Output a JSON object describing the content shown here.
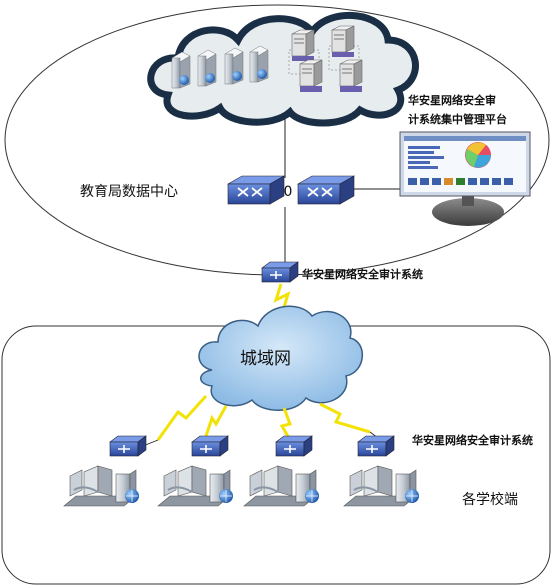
{
  "labels": {
    "data_center": "教育局数据中心",
    "platform_line1": "华安星网络安全审",
    "platform_line2": "计系统集中管理平台",
    "audit_upper": "华安星网络安全审计系统",
    "metro_network": "城域网",
    "audit_lower": "华安星网络安全审计系统",
    "campuses": "各学校端"
  },
  "colors": {
    "cloud_upper_fill": "#e7ecef",
    "cloud_upper_stroke": "#1a2f45",
    "cloud_lower_fill": "#9fc7ea",
    "cloud_lower_stroke": "#3a5e84",
    "switch_fill": "#3c5fb3",
    "lightning": "#f2e205",
    "server_gray": "#b9c0c8",
    "globe_blue": "#1f66c1"
  },
  "icons": {
    "cloud_servers": "server-rack-icon",
    "database_servers": "db-server-icon",
    "core_switch": "core-switch-icon",
    "audit_switch": "audit-switch-icon",
    "monitor": "management-monitor-icon",
    "campus_server": "campus-server-icon"
  }
}
